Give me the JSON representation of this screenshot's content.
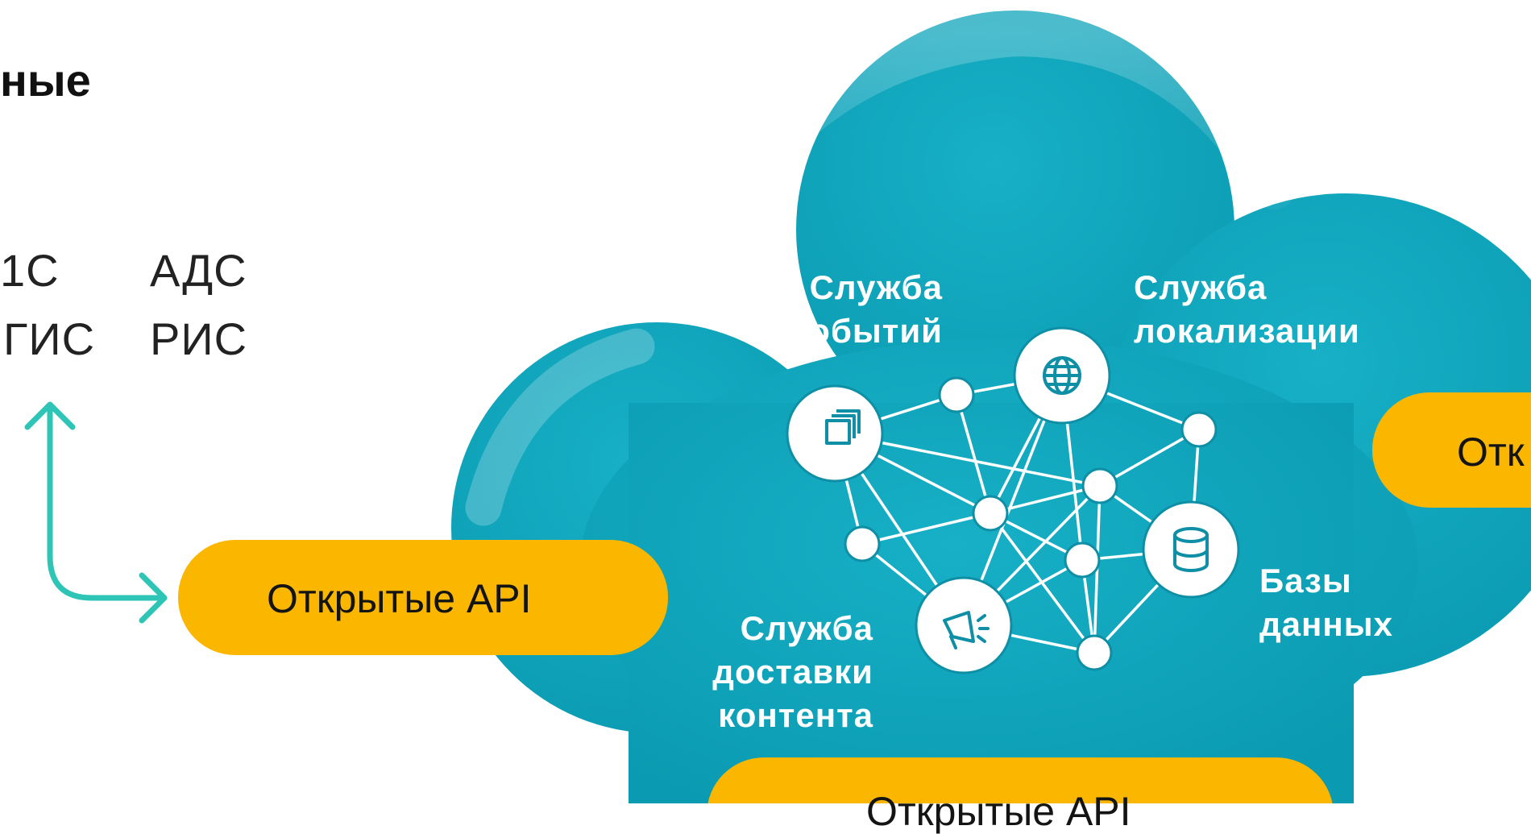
{
  "heading_fragment": "ные",
  "systems": {
    "col1_row1": "1С",
    "col1_row2": "ГИС",
    "col2_row1": "АДС",
    "col2_row2": "РИС"
  },
  "pills": {
    "left": "Открытые API",
    "right_cut": "Отк",
    "bottom_cut": "Открытые API"
  },
  "services": {
    "events": [
      "Служба",
      "событий"
    ],
    "localization": [
      "Служба",
      "локализации"
    ],
    "databases": [
      "Базы",
      "данных"
    ],
    "content_delivery": [
      "Служба",
      "доставки",
      "контента"
    ]
  },
  "icons": {
    "events": "layers-icon",
    "localization": "globe-icon",
    "databases": "database-icon",
    "content_delivery": "megaphone-icon"
  },
  "colors": {
    "cloud": "#0EA5BC",
    "pill": "#FBB700",
    "arrow": "#2EC4B6",
    "network": "#ffffff",
    "icon": "#0E8FA6"
  }
}
